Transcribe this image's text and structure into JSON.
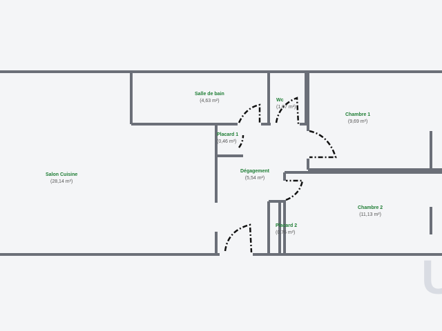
{
  "rooms": {
    "salon": {
      "name": "Salon Cuisine",
      "area": "(28,14 m²)"
    },
    "sdb": {
      "name": "Salle de bain",
      "area": "(4,63 m²)"
    },
    "wc": {
      "name": "Wc",
      "area": "(1,07 m²)"
    },
    "chambre1": {
      "name": "Chambre 1",
      "area": "(9,69 m²)"
    },
    "placard1": {
      "name": "Placard 1",
      "area": "(0,46 m²)"
    },
    "degagement": {
      "name": "Dégagement",
      "area": "(5,54 m²)"
    },
    "chambre2": {
      "name": "Chambre 2",
      "area": "(11,13 m²)"
    },
    "placard2": {
      "name": "Placard 2",
      "area": "(0,76 m²)"
    }
  },
  "colors": {
    "wall": "#6b6f78",
    "wall_fill": "#f4f5f7",
    "door": "#111111",
    "label": "#1e7d34",
    "area_text": "#555555"
  },
  "watermark": "U"
}
